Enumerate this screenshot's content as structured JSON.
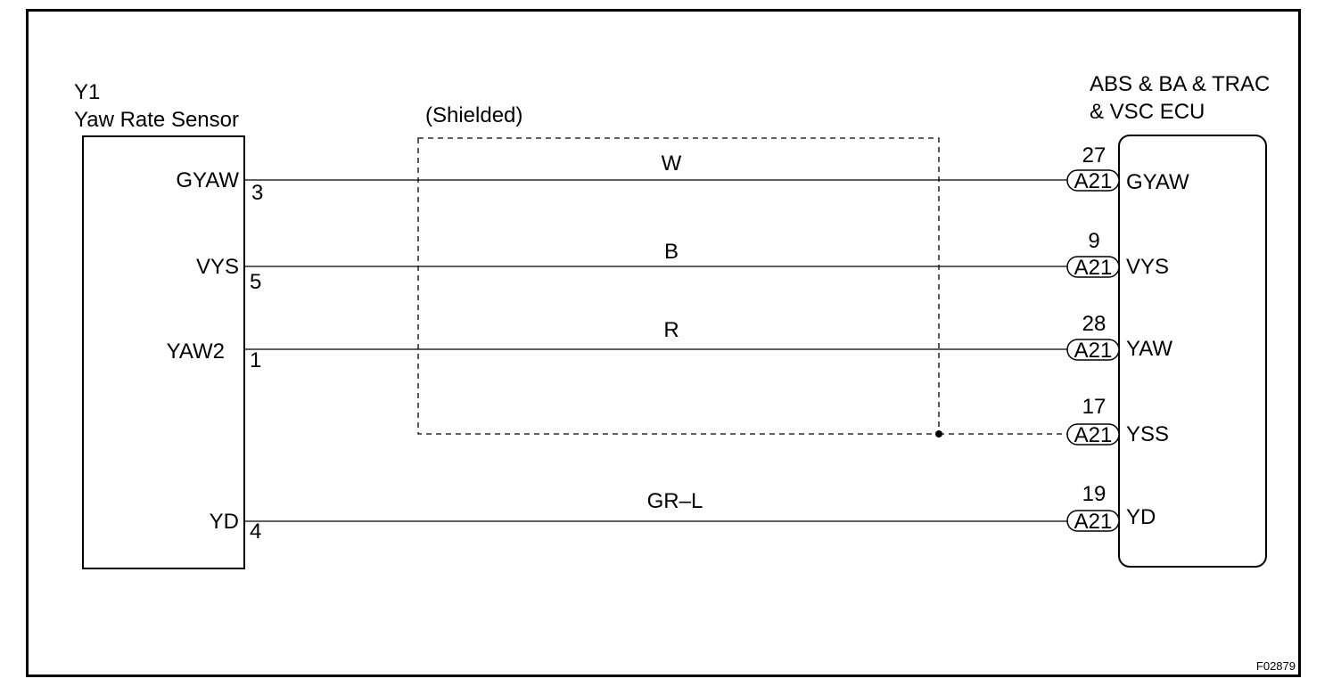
{
  "sensor": {
    "id": "Y1",
    "name": "Yaw Rate Sensor",
    "pins": [
      {
        "name": "GYAW",
        "number": "3"
      },
      {
        "name": "VYS",
        "number": "5"
      },
      {
        "name": "YAW2",
        "number": "1"
      },
      {
        "name": "YD",
        "number": "4"
      }
    ]
  },
  "ecu": {
    "name_line1": "ABS & BA & TRAC",
    "name_line2": "& VSC ECU",
    "pins": [
      {
        "name": "GYAW",
        "number": "27",
        "connector": "A21"
      },
      {
        "name": "VYS",
        "number": "9",
        "connector": "A21"
      },
      {
        "name": "YAW",
        "number": "28",
        "connector": "A21"
      },
      {
        "name": "YSS",
        "number": "17",
        "connector": "A21"
      },
      {
        "name": "YD",
        "number": "19",
        "connector": "A21"
      }
    ]
  },
  "shield_label": "(Shielded)",
  "wires": [
    {
      "color": "W"
    },
    {
      "color": "B"
    },
    {
      "color": "R"
    },
    {
      "color": "GR–L"
    }
  ],
  "figure_code": "F02879"
}
